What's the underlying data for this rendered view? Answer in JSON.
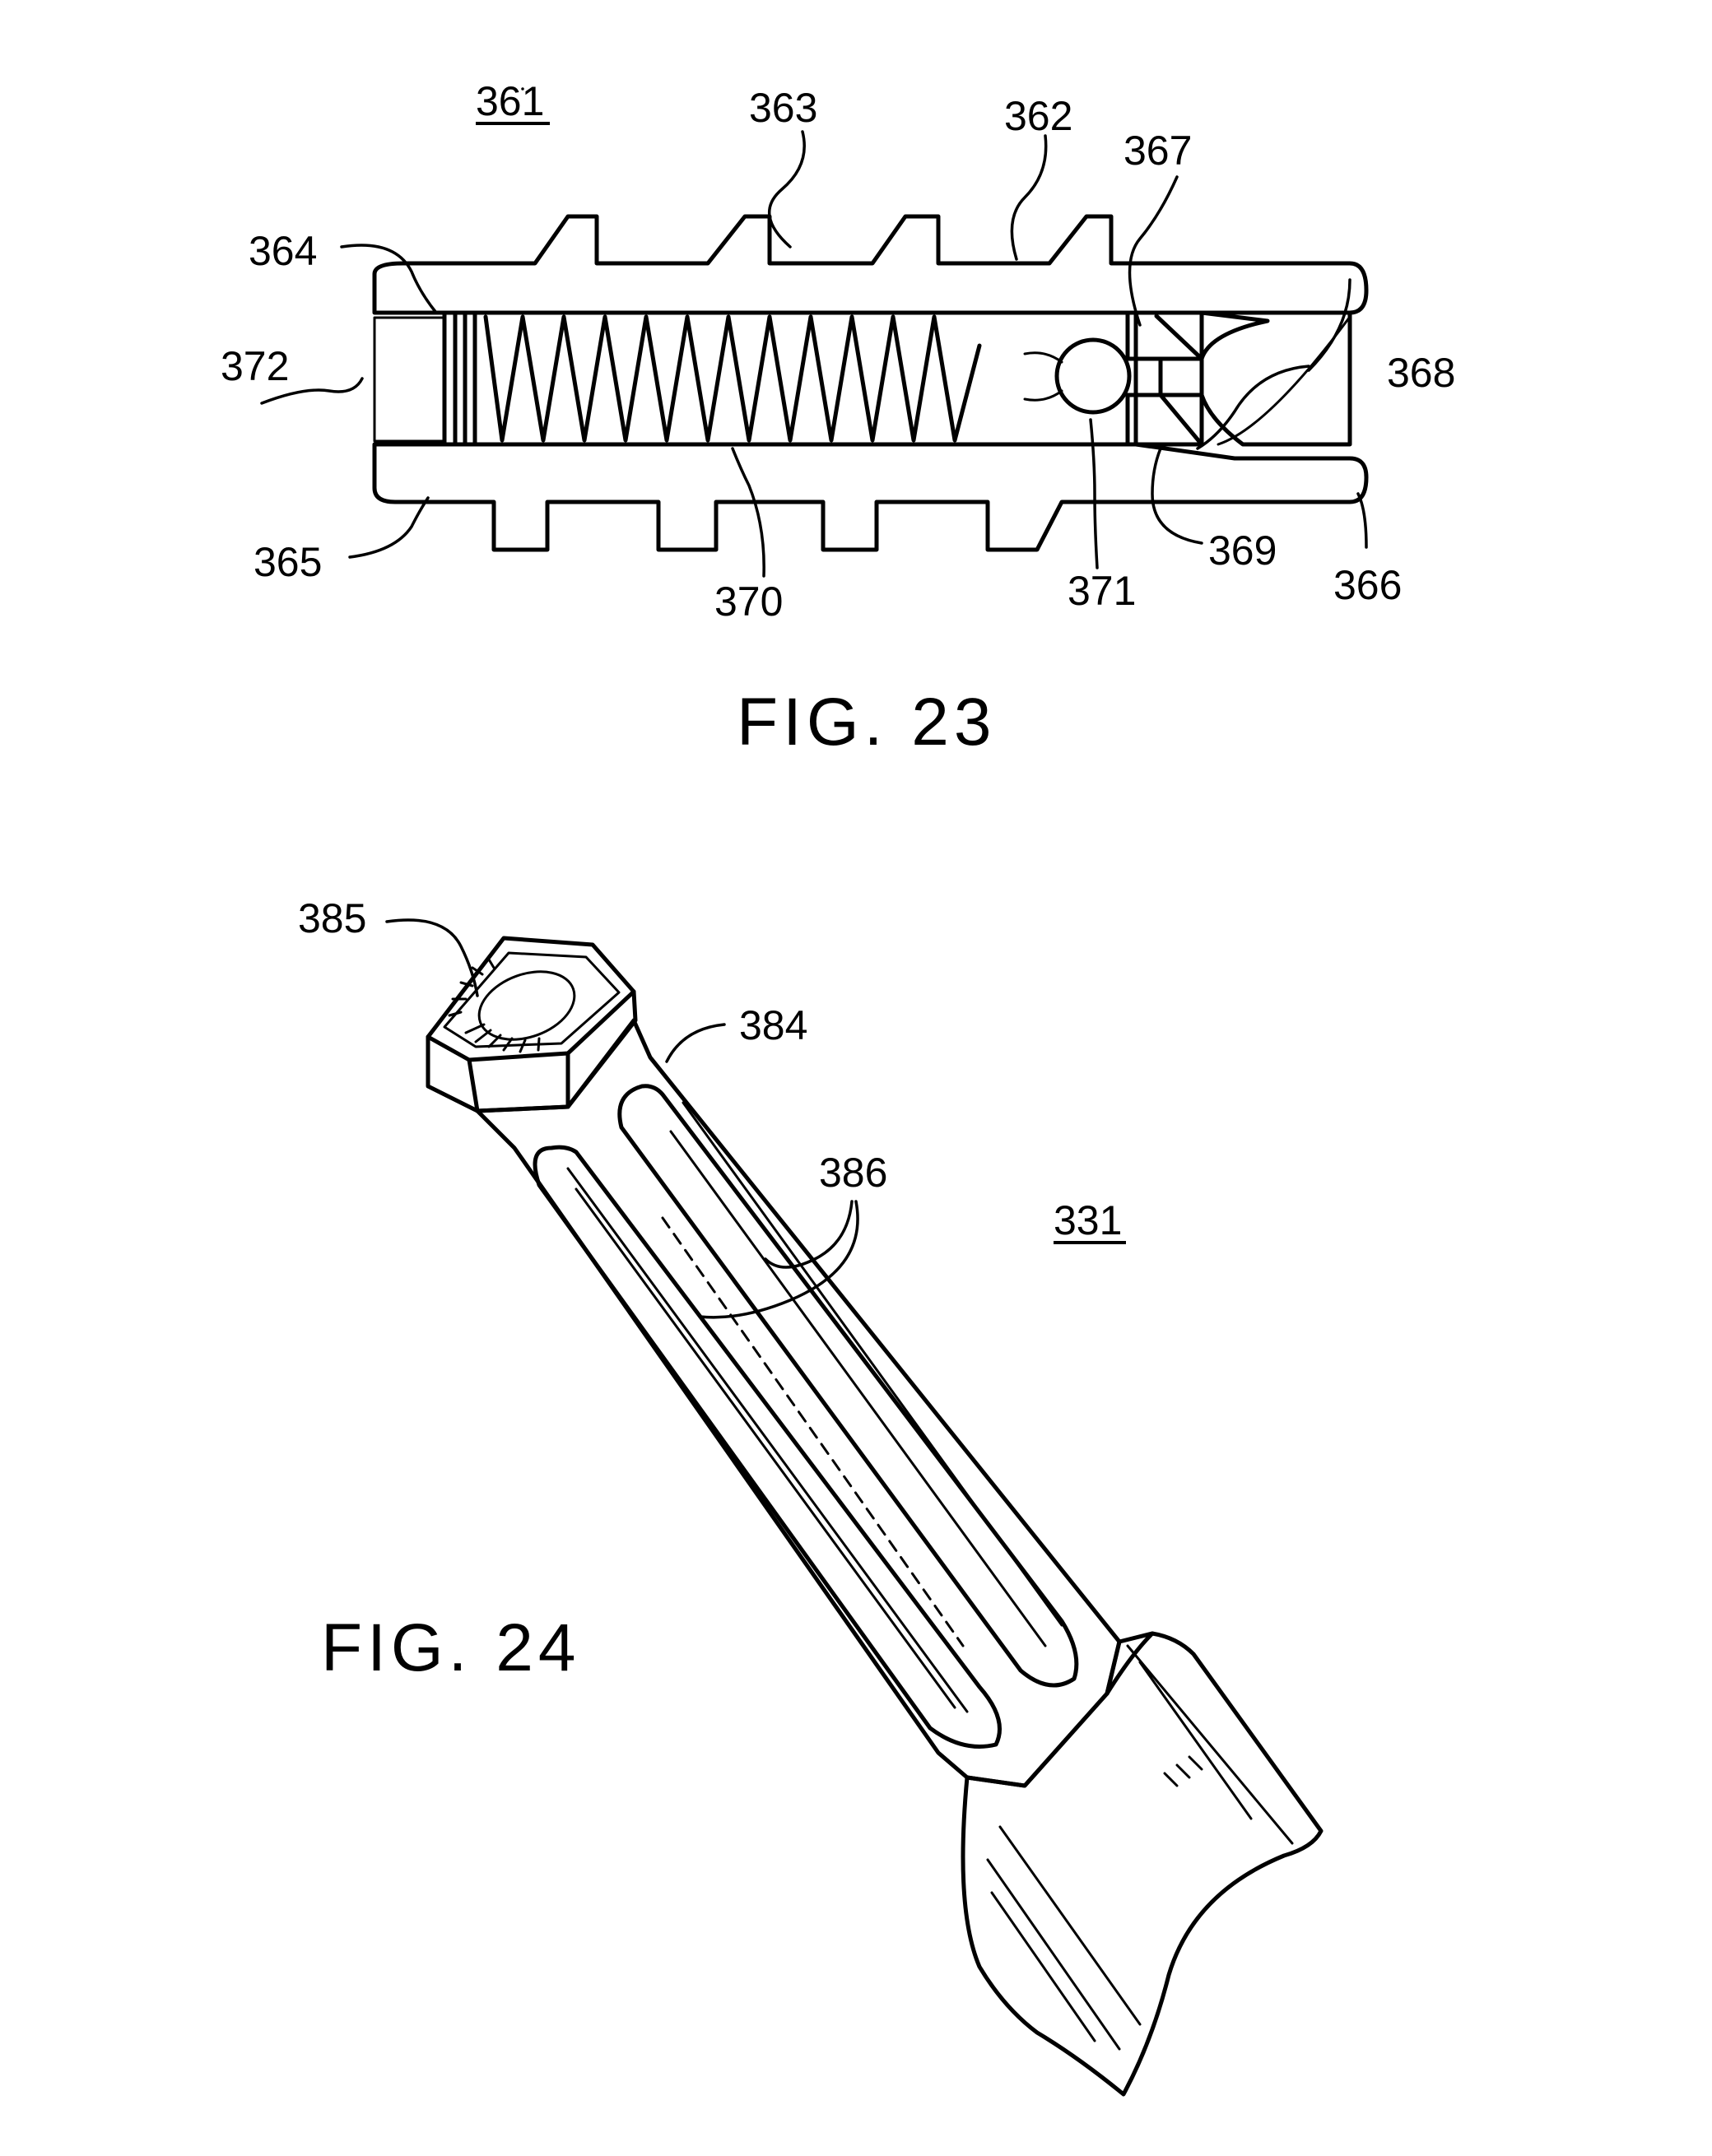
{
  "figure_23": {
    "caption": "FIG. 23",
    "assembly_ref": "361",
    "refs": {
      "r362": "362",
      "r363": "363",
      "r364": "364",
      "r365": "365",
      "r366": "366",
      "r367": "367",
      "r368": "368",
      "r369": "369",
      "r370": "370",
      "r371": "371",
      "r372": "372"
    }
  },
  "figure_24": {
    "caption": "FIG. 24",
    "assembly_ref": "331",
    "refs": {
      "r384": "384",
      "r385": "385",
      "r386": "386"
    }
  }
}
